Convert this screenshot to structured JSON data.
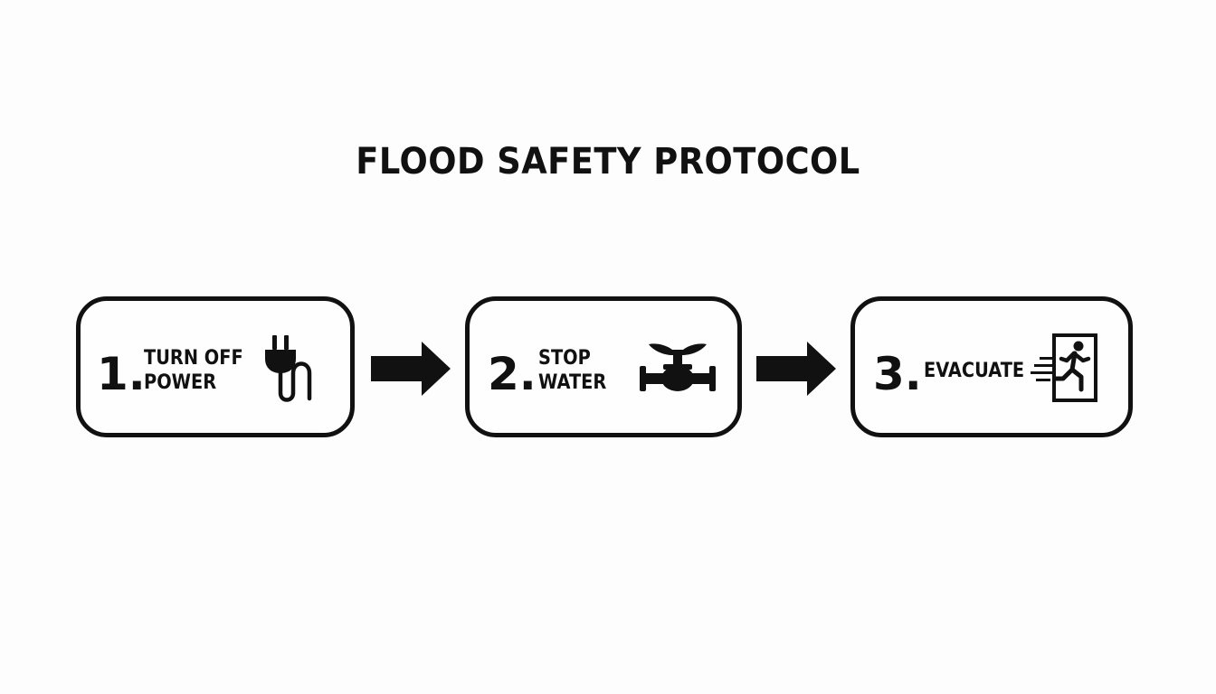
{
  "title": "FLOOD SAFETY PROTOCOL",
  "steps": [
    {
      "number": "1.",
      "label_lines": [
        "TURN OFF",
        "POWER"
      ],
      "icon": "power-plug-icon"
    },
    {
      "number": "2.",
      "label_lines": [
        "STOP",
        "WATER"
      ],
      "icon": "water-valve-icon"
    },
    {
      "number": "3.",
      "label_lines": [
        "EVACUATE"
      ],
      "icon": "emergency-exit-icon"
    }
  ],
  "colors": {
    "ink": "#111111",
    "background": "#fdfdfd"
  }
}
